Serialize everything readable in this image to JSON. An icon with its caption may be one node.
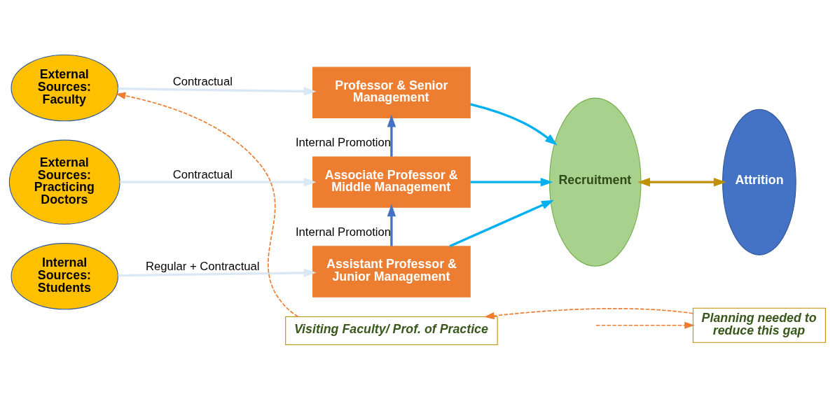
{
  "diagram": {
    "nodes": [
      {
        "text": [
          "External Sources: Faculty"
        ]
      },
      {
        "text": [
          "External Sources: Practicing Doctors"
        ]
      },
      {
        "text": [
          "Internal Sources: Students"
        ]
      },
      {
        "text": [
          "Professor & Senior Management"
        ]
      },
      {
        "text": [
          "Associate Professor & Middle Management"
        ]
      },
      {
        "text": [
          "Assistant Professor & Junior Management"
        ]
      },
      {
        "text": [
          "Recruitment"
        ]
      },
      {
        "text": [
          "Attrition"
        ]
      },
      {
        "text": [
          "Visiting Faculty/ Prof. of Practice"
        ]
      },
      {
        "text": [
          "Planning needed to reduce this gap"
        ]
      }
    ],
    "edges": [
      {
        "from": 0,
        "to": 3,
        "arrow": "to",
        "label": "Contractual",
        "color": "#dae8f5"
      },
      {
        "from": 1,
        "to": 4,
        "arrow": "to",
        "label": "Contractual",
        "color": "#dae8f5"
      },
      {
        "from": 2,
        "to": 5,
        "arrow": "to",
        "label": "Regular + Contractual",
        "color": "#dae8f5"
      },
      {
        "from": 4,
        "to": 3,
        "arrow": "to",
        "label": "Internal Promotion",
        "color": "#4472c4"
      },
      {
        "from": 5,
        "to": 4,
        "arrow": "to",
        "label": "Internal Promotion",
        "color": "#4472c4"
      },
      {
        "from": 3,
        "to": 6,
        "arrow": "to",
        "color": "#00b0f0"
      },
      {
        "from": 4,
        "to": 6,
        "arrow": "to",
        "color": "#00b0f0"
      },
      {
        "from": 5,
        "to": 6,
        "arrow": "to",
        "color": "#00b0f0"
      },
      {
        "from": 6,
        "to": 7,
        "arrow": "both",
        "color": "#bf9000"
      },
      {
        "from": null,
        "to": 9,
        "arrow": "to",
        "style": "dashed",
        "color": "#ed7d31"
      },
      {
        "from": 9,
        "to": 8,
        "arrow": "to",
        "style": "dashed",
        "color": "#ed7d31"
      },
      {
        "from": 8,
        "to": 0,
        "arrow": "to",
        "style": "dashed",
        "color": "#ed7d31"
      }
    ]
  }
}
